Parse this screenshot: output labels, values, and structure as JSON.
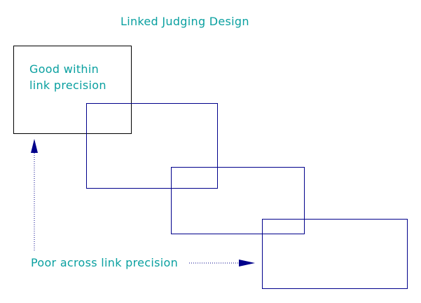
{
  "title": "Linked Judging Design",
  "box_label_line1": "Good within",
  "box_label_line2": "link precision",
  "arrow_label": "Poor across link precision",
  "colors": {
    "text": "#0aa0a0",
    "first_box": "#000000",
    "linked_boxes": "#00008b",
    "arrows": "#00008b"
  }
}
